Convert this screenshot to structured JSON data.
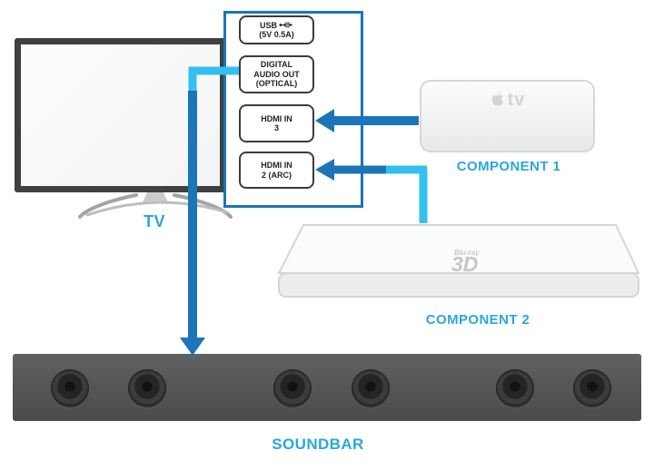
{
  "colors": {
    "label_blue": "#2ba6de",
    "arrow_blue": "#1c74ba",
    "line_cyan": "#33c0ef",
    "port_border": "#3a3b3c"
  },
  "panel": {
    "ports": [
      {
        "id": "usb",
        "lines": [
          "USB",
          "(5V 0.5A)"
        ],
        "icon": "usb-icon"
      },
      {
        "id": "digital-audio-out",
        "lines": [
          "DIGITAL",
          "AUDIO OUT",
          "(OPTICAL)"
        ]
      },
      {
        "id": "hdmi-in-3",
        "lines": [
          "HDMI IN",
          "3"
        ]
      },
      {
        "id": "hdmi-in-2-arc",
        "lines": [
          "HDMI IN",
          "2 (ARC)"
        ]
      }
    ]
  },
  "devices": {
    "tv": {
      "label": "TV"
    },
    "component1": {
      "label": "COMPONENT 1",
      "logo_text": "tv",
      "logo_icon": "apple-icon"
    },
    "component2": {
      "label": "COMPONENT 2",
      "logo_small": "Blu-ray",
      "logo_big": "3D"
    },
    "soundbar": {
      "label": "SOUNDBAR",
      "speaker_count": 6
    }
  },
  "connections": [
    {
      "from": "COMPONENT 1",
      "to": "HDMI IN 3",
      "style": "blue-arrow"
    },
    {
      "from": "COMPONENT 2",
      "to": "HDMI IN 2 (ARC)",
      "style": "cyan-to-blue-arrow"
    },
    {
      "from": "DIGITAL AUDIO OUT (OPTICAL)",
      "to": "SOUNDBAR",
      "style": "cyan-to-blue-arrow"
    }
  ]
}
